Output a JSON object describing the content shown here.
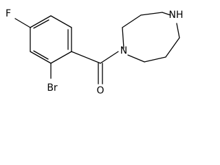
{
  "molecule": {
    "atoms": {
      "fluorine": "F",
      "bromine": "Br",
      "oxygen": "O",
      "amide_nitrogen": "N",
      "amine_nitrogen": "NH"
    },
    "colors": {
      "bond": "#000000",
      "label": "#000000",
      "background": "#ffffff"
    }
  }
}
